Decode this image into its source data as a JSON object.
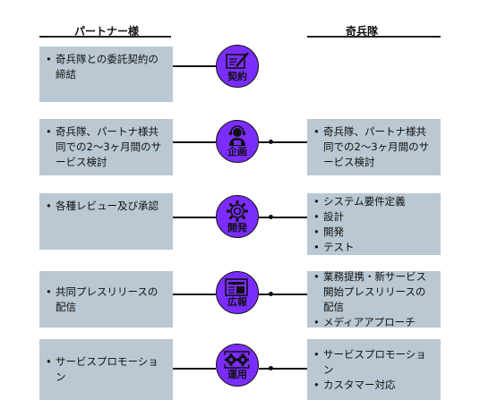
{
  "headers": {
    "left": "パートナー様",
    "right": "奇兵隊"
  },
  "rows": [
    {
      "node_label": "契約",
      "icon": "contract-icon",
      "left": [
        "奇兵隊との委託契約の締結"
      ],
      "right": []
    },
    {
      "node_label": "企画",
      "icon": "planner-icon",
      "left": [
        "奇兵隊、パートナ様共同での2〜3ヶ月間のサービス検討"
      ],
      "right": [
        "奇兵隊、パートナ様共同での2〜3ヶ月間のサービス検討"
      ]
    },
    {
      "node_label": "開発",
      "icon": "gear-icon",
      "left": [
        "各種レビュー及び承認"
      ],
      "right": [
        "システム要件定義",
        "設計",
        "開発",
        "テスト"
      ]
    },
    {
      "node_label": "広報",
      "icon": "newspaper-icon",
      "left": [
        "共同プレスリリースの配信"
      ],
      "right": [
        "業務提携・新サービス開始プレスリリースの配信",
        "メディアアプローチ"
      ]
    },
    {
      "node_label": "運用",
      "icon": "gears-cycle-icon",
      "left": [
        "サービスプロモーション"
      ],
      "right": [
        "サービスプロモーション",
        "カスタマー対応"
      ]
    }
  ]
}
